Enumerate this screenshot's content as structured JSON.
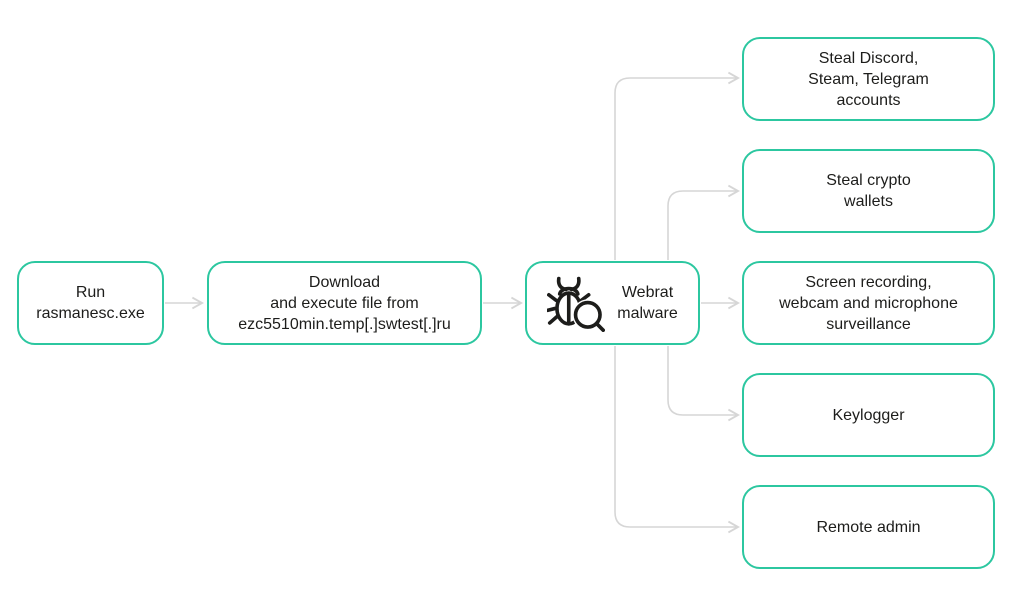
{
  "colors": {
    "accent": "#2cc7a0",
    "connector": "#d6d6d6",
    "text": "#1d1d1b",
    "background": "#ffffff",
    "icon": "#1d1d1b"
  },
  "nodes": {
    "run": {
      "label": "Run\nrasmanesc.exe"
    },
    "download": {
      "label": "Download\nand execute file from\nezc5510min.temp[.]swtest[.]ru"
    },
    "webrat": {
      "label": "Webrat\nmalware",
      "icon": "bug-magnifier-icon"
    },
    "steal_accounts": {
      "label": "Steal Discord,\nSteam, Telegram\naccounts"
    },
    "steal_crypto": {
      "label": "Steal crypto\nwallets"
    },
    "surveillance": {
      "label": "Screen recording,\nwebcam and microphone\nsurveillance"
    },
    "keylogger": {
      "label": "Keylogger"
    },
    "remote_admin": {
      "label": "Remote admin"
    }
  },
  "edges": [
    {
      "from": "run",
      "to": "download"
    },
    {
      "from": "download",
      "to": "webrat"
    },
    {
      "from": "webrat",
      "to": "steal_accounts"
    },
    {
      "from": "webrat",
      "to": "steal_crypto"
    },
    {
      "from": "webrat",
      "to": "surveillance"
    },
    {
      "from": "webrat",
      "to": "keylogger"
    },
    {
      "from": "webrat",
      "to": "remote_admin"
    }
  ]
}
